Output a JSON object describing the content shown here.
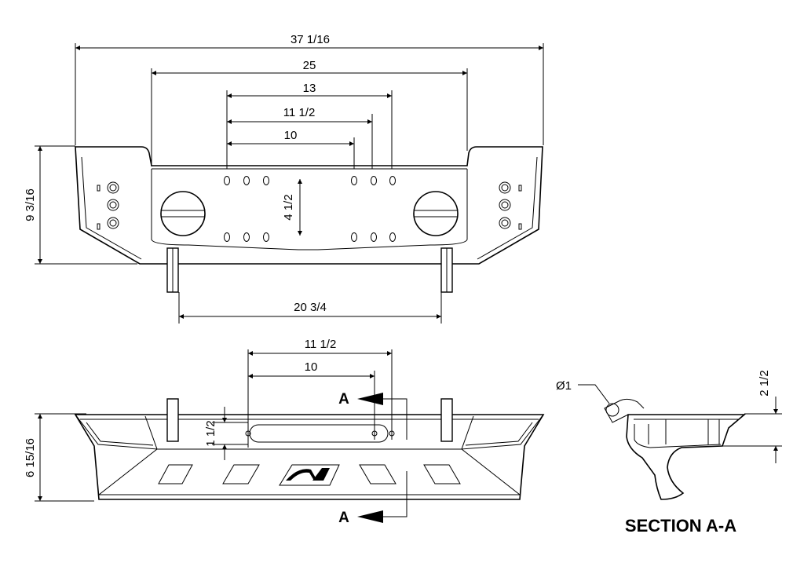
{
  "top_view": {
    "dims": {
      "overall_width": "37 1/16",
      "inner_width": "25",
      "hole_span_13": "13",
      "hole_span_11": "11 1/2",
      "hole_span_10": "10",
      "height": "9 3/16",
      "hole_vertical": "4 1/2",
      "mount_span": "20 3/4"
    }
  },
  "front_view": {
    "dims": {
      "slot_span_11": "11 1/2",
      "slot_span_10": "10",
      "slot_height": "1 1/2",
      "height": "6 15/16"
    },
    "section_marker_top": "A",
    "section_marker_bottom": "A"
  },
  "section_view": {
    "diameter_label": "Ø1",
    "height_dim": "2 1/2",
    "title": "SECTION A-A"
  }
}
